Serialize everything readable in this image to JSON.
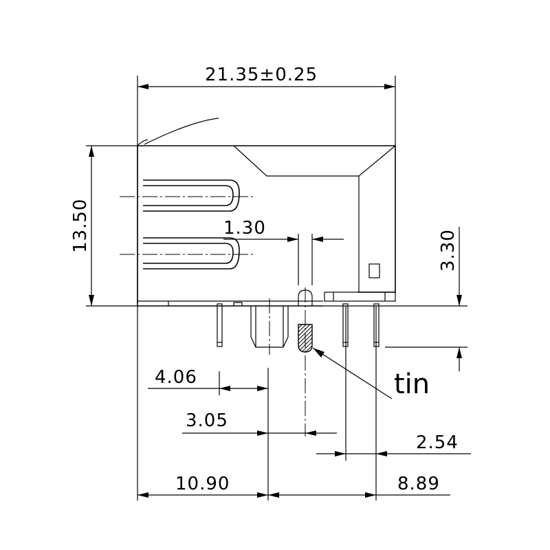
{
  "dimensions": {
    "overall_width": "21.35±0.25",
    "height": "13.50",
    "pin_diameter": "1.30",
    "standoff": "3.30",
    "offset_a": "4.06",
    "offset_b": "3.05",
    "pitch": "2.54",
    "left_span": "10.90",
    "right_span": "8.89"
  },
  "callout": {
    "label": "tin"
  }
}
